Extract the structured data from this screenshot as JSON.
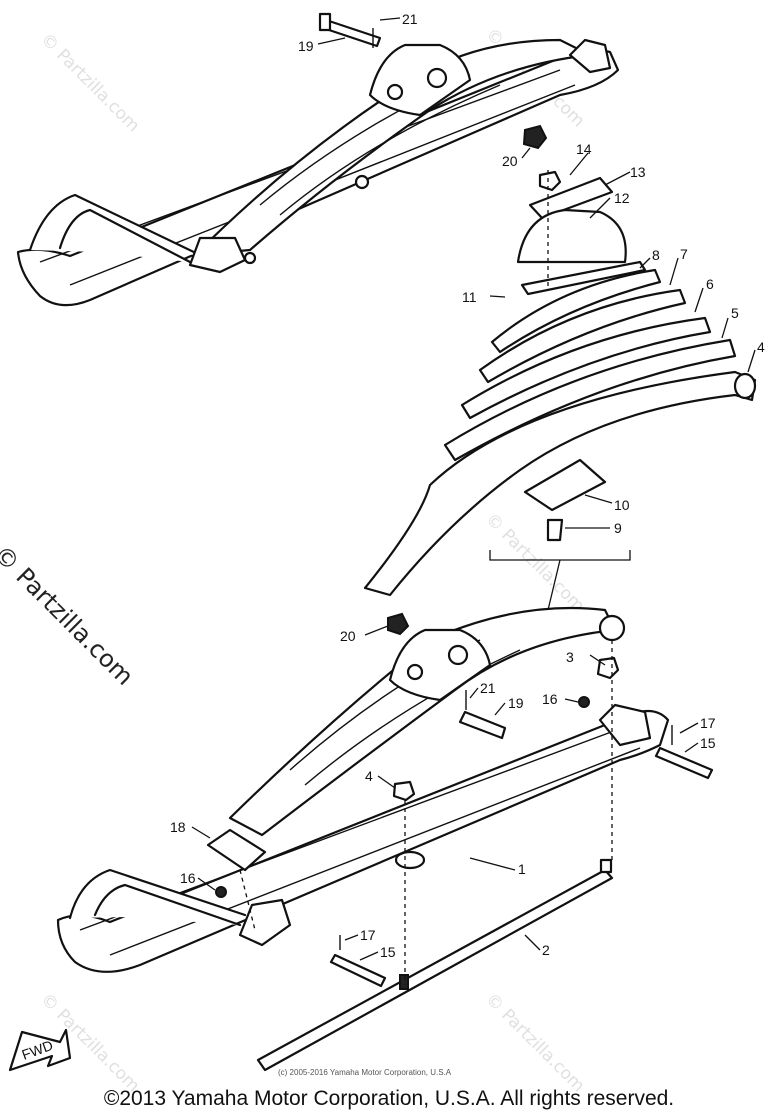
{
  "diagram": {
    "callouts": {
      "c19a": "19",
      "c21a": "21",
      "c20a": "20",
      "c14": "14",
      "c13": "13",
      "c12": "12",
      "c8": "8",
      "c11": "11",
      "c7": "7",
      "c6": "6",
      "c5": "5",
      "c4a": "4",
      "c10": "10",
      "c9": "9",
      "c20b": "20",
      "c3": "3",
      "c21b": "21",
      "c19b": "19",
      "c16a": "16",
      "c17a": "17",
      "c15a": "15",
      "c4b": "4",
      "c18": "18",
      "c1": "1",
      "c16b": "16",
      "c17b": "17",
      "c15b": "15",
      "c2": "2"
    },
    "fwd_label": "FWD"
  },
  "watermark": {
    "text": "© Partzilla.com",
    "side_text": "© Partzilla.com"
  },
  "inner_copyright": "(c) 2005-2016 Yamaha Motor Corporation, U.S.A",
  "footer_copyright": "©2013 Yamaha Motor Corporation, U.S.A. All rights reserved."
}
